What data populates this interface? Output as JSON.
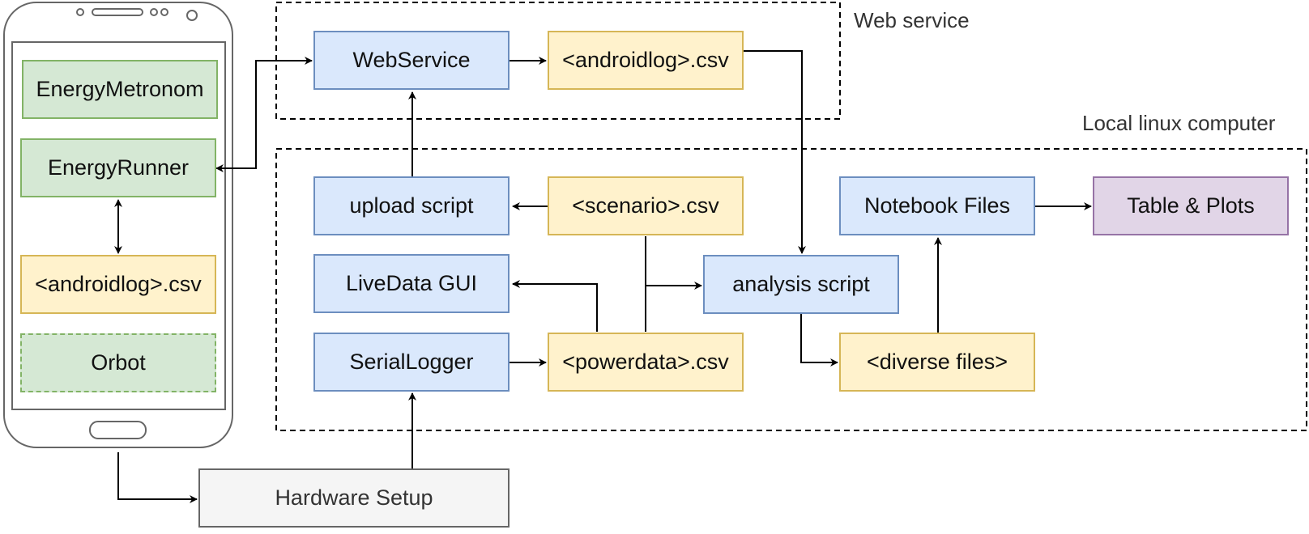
{
  "groups": {
    "web_service": {
      "label": "Web service"
    },
    "local_computer": {
      "label": "Local linux computer"
    }
  },
  "phone": {
    "apps": {
      "energy_metronom": "EnergyMetronom",
      "energy_runner": "EnergyRunner",
      "android_log": "<androidlog>.csv",
      "orbot": "Orbot"
    }
  },
  "nodes": {
    "web_service": "WebService",
    "android_log_csv": "<androidlog>.csv",
    "upload_script": "upload script",
    "scenario_csv": "<scenario>.csv",
    "live_data_gui": "LiveData GUI",
    "serial_logger": "SerialLogger",
    "powerdata_csv": "<powerdata>.csv",
    "analysis_script": "analysis script",
    "notebook_files": "Notebook Files",
    "table_plots": "Table & Plots",
    "diverse_files": "<diverse files>",
    "hardware_setup": "Hardware Setup"
  },
  "colors": {
    "blue_fill": "#dae8fc",
    "blue_stroke": "#6c8ebf",
    "yellow_fill": "#fff2cc",
    "yellow_stroke": "#d6b656",
    "green_fill": "#d5e8d4",
    "green_stroke": "#82b366",
    "purple_fill": "#e1d5e7",
    "purple_stroke": "#9673a6",
    "gray_fill": "#f5f5f5",
    "gray_stroke": "#666666"
  }
}
